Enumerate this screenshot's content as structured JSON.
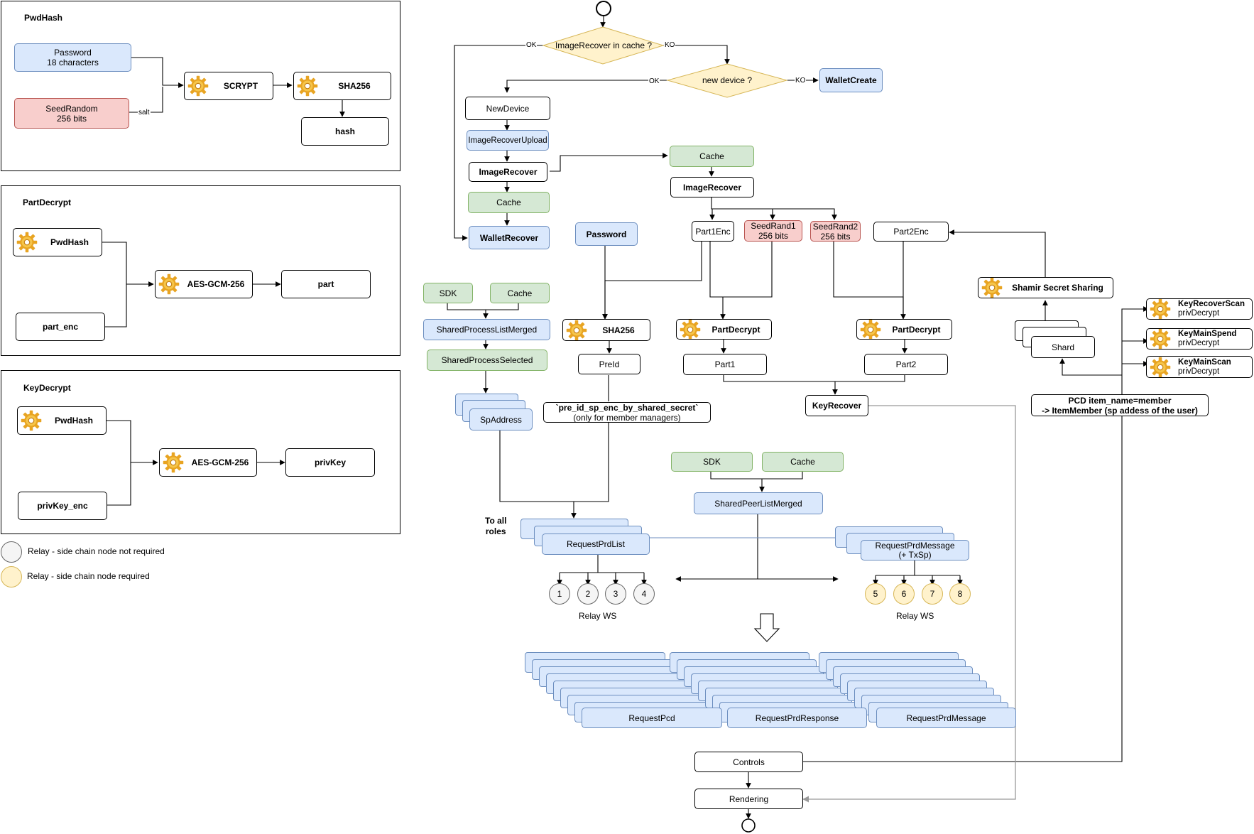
{
  "frames": {
    "pwdhash": {
      "title": "PwdHash"
    },
    "partdecrypt": {
      "title": "PartDecrypt"
    },
    "keydecrypt": {
      "title": "KeyDecrypt"
    }
  },
  "pwdhash_frame": {
    "password_l1": "Password",
    "password_l2": "18 characters",
    "seed_l1": "SeedRandom",
    "seed_l2": "256 bits",
    "salt": "salt",
    "scrypt": "SCRYPT",
    "sha256": "SHA256",
    "hash": "hash"
  },
  "partdecrypt_frame": {
    "pwdhash": "PwdHash",
    "aes": "AES-GCM-256",
    "part": "part",
    "part_enc": "part_enc"
  },
  "keydecrypt_frame": {
    "pwdhash": "PwdHash",
    "aes": "AES-GCM-256",
    "privkey": "privKey",
    "privkey_enc": "privKey_enc"
  },
  "legend": {
    "not_required": "Relay - side chain node not required",
    "required": "Relay - side chain node required"
  },
  "flow": {
    "cache_q": "ImageRecover in cache ?",
    "device_q": "new device ?",
    "ok": "OK",
    "ko": "KO",
    "wallet_create": "WalletCreate",
    "new_device": "NewDevice",
    "image_recover_upload": "ImageRecoverUpload",
    "image_recover": "ImageRecover",
    "cache": "Cache",
    "wallet_recover": "WalletRecover",
    "password": "Password",
    "part1enc": "Part1Enc",
    "seedrand1_l1": "SeedRand1",
    "seedrand1_l2": "256 bits",
    "seedrand2_l1": "SeedRand2",
    "seedrand2_l2": "256 bits",
    "part2enc": "Part2Enc",
    "shamir": "Shamir Secret Sharing",
    "sdk": "SDK",
    "shared_process_list_merged": "SharedProcessListMerged",
    "shared_process_selected": "SharedProcessSelected",
    "sha256": "SHA256",
    "preid": "PreId",
    "part_decrypt": "PartDecrypt",
    "part1": "Part1",
    "part2": "Part2",
    "key_recover": "KeyRecover",
    "shard": "Shard",
    "sp_address": "SpAddress",
    "pre_id_l1": "`pre_id_sp_enc_by_shared_secret`",
    "pre_id_l2": "(only for member managers)",
    "pcd_l1": "PCD item_name=member",
    "pcd_l2": "-> ItemMember (sp addess of the user)",
    "shared_peer_list_merged": "SharedPeerListMerged",
    "to_all_roles_l1": "To all",
    "to_all_roles_l2": "roles",
    "request_prd_list": "RequestPrdList",
    "request_prd_message_l1": "RequestPrdMessage",
    "request_prd_message_l2": "(+ TxSp)",
    "relay_ws": "Relay WS",
    "request_pcd": "RequestPcd",
    "request_prd_response": "RequestPrdResponse",
    "request_prd_message": "RequestPrdMessage",
    "controls": "Controls",
    "rendering": "Rendering"
  },
  "keys": [
    {
      "name": "KeyRecoverScan",
      "sub": "privDecrypt"
    },
    {
      "name": "KeyMainSpend",
      "sub": "privDecrypt"
    },
    {
      "name": "KeyMainScan",
      "sub": "privDecrypt"
    }
  ],
  "relays_gray": [
    "1",
    "2",
    "3",
    "4"
  ],
  "relays_yellow": [
    "5",
    "6",
    "7",
    "8"
  ],
  "colors": {
    "blue_fill": "#dae8fc",
    "blue_stroke": "#6c8ebf",
    "green_fill": "#d5e8d4",
    "green_stroke": "#82b366",
    "red_fill": "#f8cecc",
    "red_stroke": "#b85450",
    "yellow_fill": "#fff2cc",
    "yellow_stroke": "#d6b656",
    "gray_fill": "#f5f5f5",
    "gray_stroke": "#666666"
  }
}
